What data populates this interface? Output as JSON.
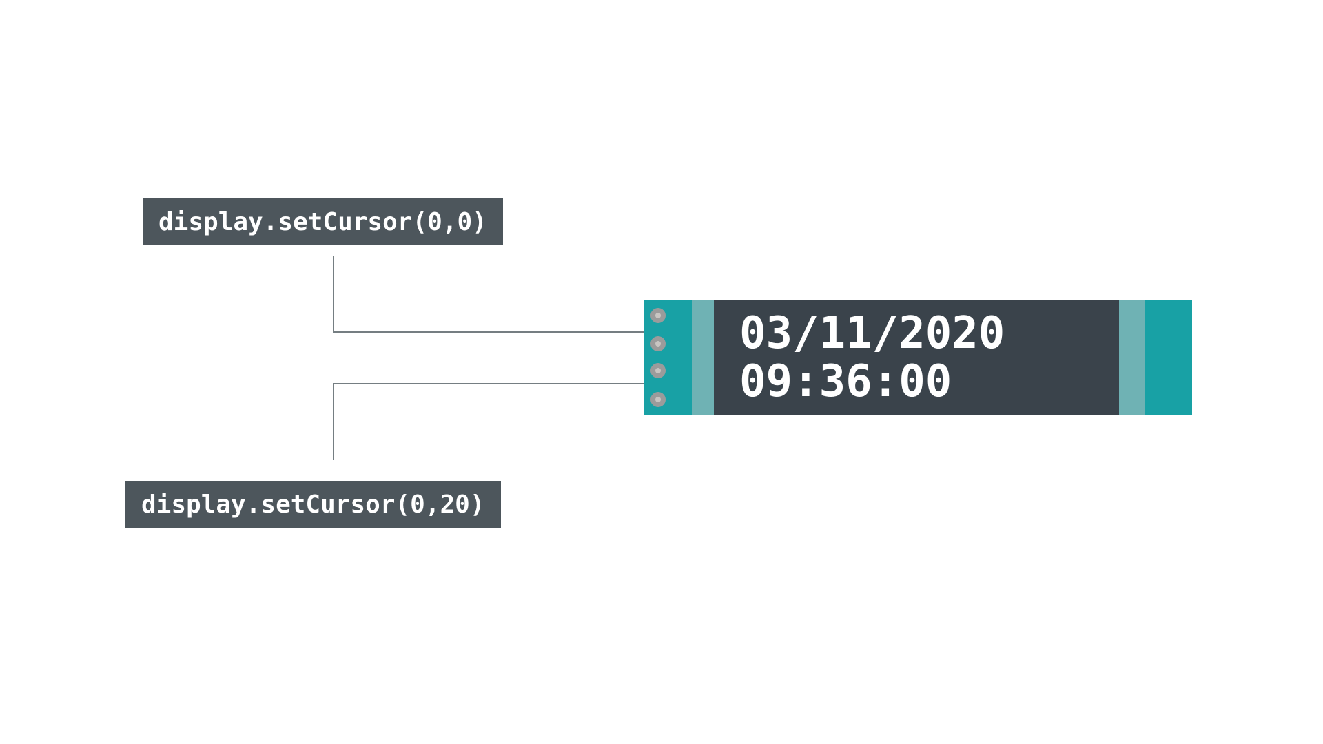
{
  "annotations": {
    "label_top": {
      "text": "display.setCursor(0,0)"
    },
    "label_bottom": {
      "text": "display.setCursor(0,20)"
    }
  },
  "display_module": {
    "line1": "03/11/2020",
    "line2": "09:36:00",
    "pin_count": 4
  },
  "colors": {
    "background": "#ffffff",
    "label_bg": "#4d565c",
    "label_text": "#ffffff",
    "screen_bg": "#3a434b",
    "screen_text": "#ffffff",
    "pcb_teal": "#18a1a5",
    "pcb_teal_light": "#6fb2b4",
    "connector_line": "#757e82",
    "pin_outer": "#9b9b9b",
    "pin_inner": "#c8c5c2"
  }
}
